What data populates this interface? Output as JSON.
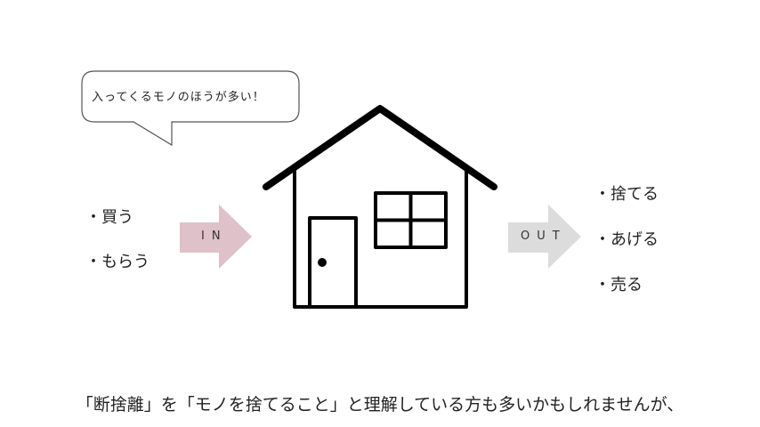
{
  "bubble": {
    "text": "入ってくるモノのほうが多い！"
  },
  "in_items": [
    "・買う",
    "・もらう"
  ],
  "in_arrow": {
    "label": "IN",
    "color": "#dfc1c9"
  },
  "out_arrow": {
    "label": "OUT",
    "color": "#dcdcdc"
  },
  "out_items": [
    "・捨てる",
    "・あげる",
    "・売る"
  ],
  "subtitle": "「断捨離」を「モノを捨てること」と理解している方も多いかもしれませんが、"
}
